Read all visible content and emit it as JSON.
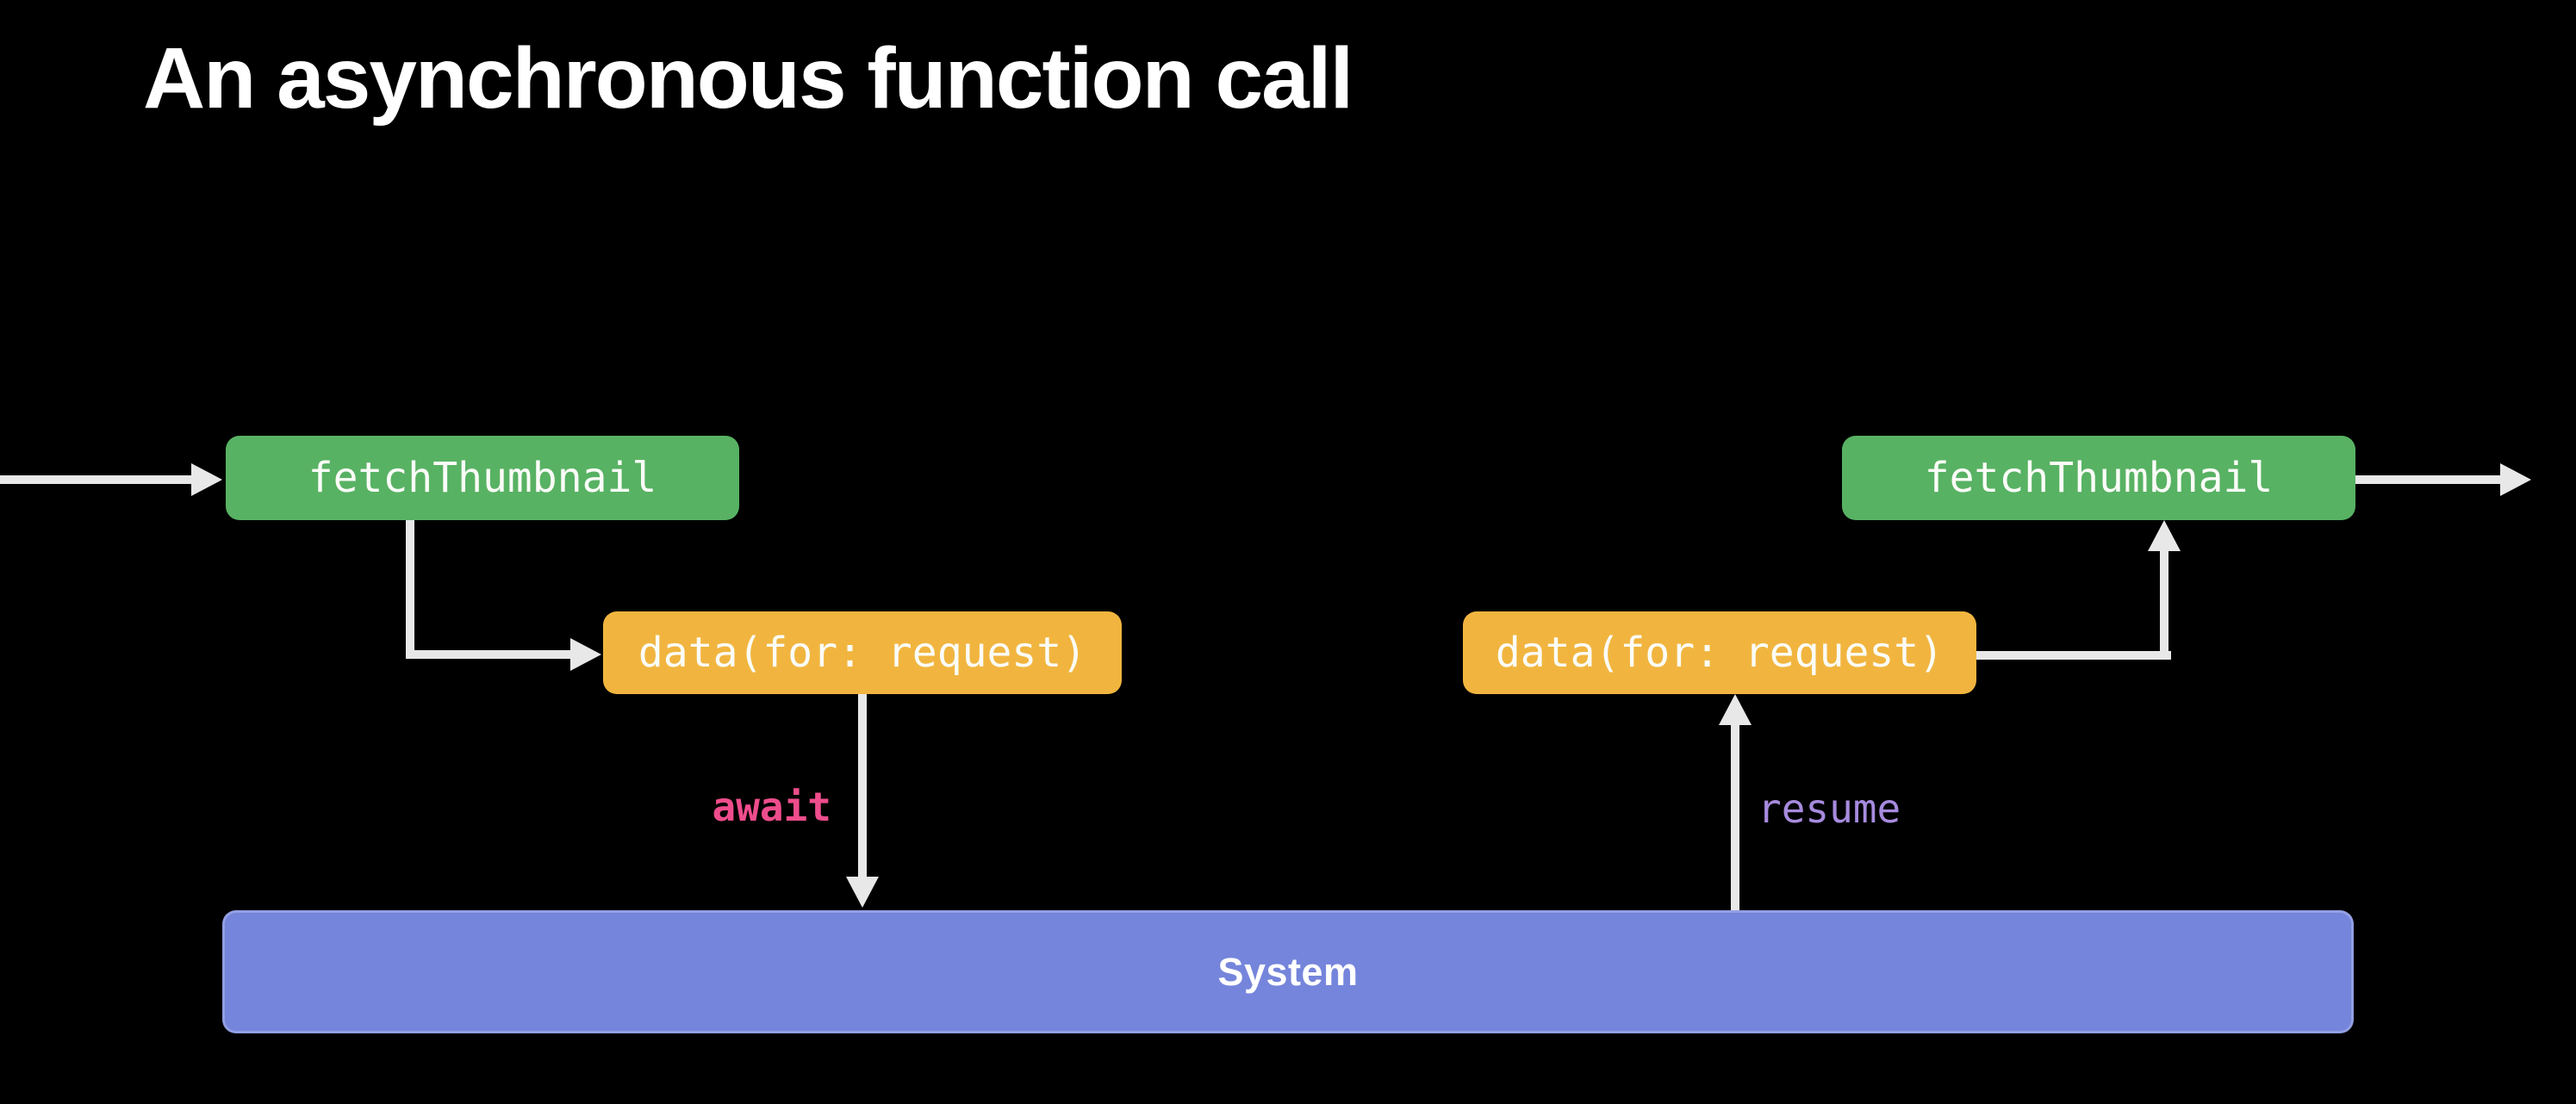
{
  "slide": {
    "title": "An asynchronous function call"
  },
  "diagram": {
    "nodes": {
      "fetch_left": {
        "label": "fetchThumbnail"
      },
      "data_left": {
        "label": "data(for: request)"
      },
      "data_right": {
        "label": "data(for: request)"
      },
      "fetch_right": {
        "label": "fetchThumbnail"
      },
      "system": {
        "label": "System"
      }
    },
    "annotations": {
      "await": {
        "label": "await"
      },
      "resume": {
        "label": "resume"
      }
    }
  },
  "colors": {
    "background": "#000000",
    "title-text": "#FFFFFF",
    "node-green": "#58B263",
    "node-orange": "#F1B53F",
    "system-blue": "#7585DB",
    "node-text": "#FBFCF8",
    "arrow": "#E8E8E8",
    "await-pink": "#EE4D8C",
    "resume-purple": "#A78BDE"
  }
}
